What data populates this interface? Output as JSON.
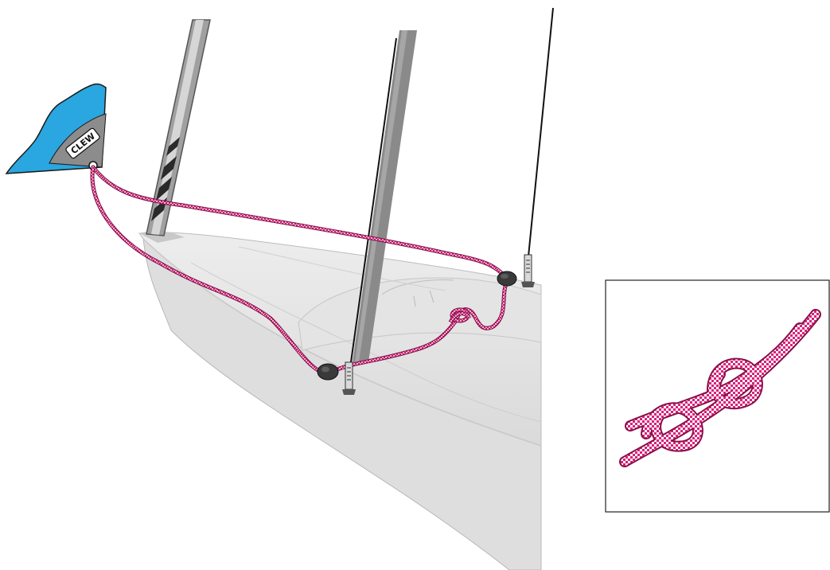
{
  "diagram": {
    "sail_label": "CLEW",
    "colors": {
      "sail": "#2aa6e0",
      "clew_patch": "#8c8c8c",
      "hull_light": "#e8e8e8",
      "hull_mid": "#d4d4d4",
      "hull_shadow": "#c4c4c4",
      "mast": "#8a8a8a",
      "rope": "#d8227c",
      "rope_check": "#ffffff",
      "stripe": "#2a2a2a",
      "fitting": "#3a3a3a",
      "inset_border": "#222222"
    },
    "icons": [
      "sail",
      "clew-patch",
      "mast",
      "shroud",
      "fairlead",
      "chainplate",
      "knot",
      "boat-hull"
    ]
  }
}
